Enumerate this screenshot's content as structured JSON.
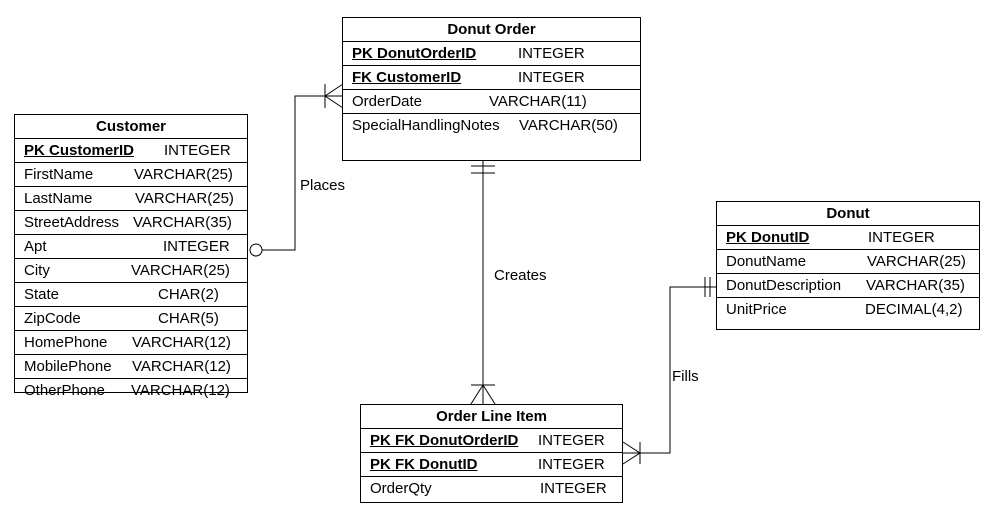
{
  "entities": {
    "donut_order": {
      "title": "Donut Order",
      "rows": [
        {
          "name": "PK DonutOrderID",
          "type": "INTEGER"
        },
        {
          "name": "FK CustomerID",
          "type": "INTEGER"
        },
        {
          "name": "OrderDate",
          "type": "VARCHAR(11)"
        },
        {
          "name": "SpecialHandlingNotes",
          "type": "VARCHAR(50)"
        }
      ]
    },
    "customer": {
      "title": "Customer",
      "rows": [
        {
          "name": "PK CustomerID",
          "type": "INTEGER"
        },
        {
          "name": "FirstName",
          "type": "VARCHAR(25)"
        },
        {
          "name": "LastName",
          "type": "VARCHAR(25)"
        },
        {
          "name": "StreetAddress",
          "type": "VARCHAR(35)"
        },
        {
          "name": "Apt",
          "type": "INTEGER"
        },
        {
          "name": "City",
          "type": "VARCHAR(25)"
        },
        {
          "name": "State",
          "type": "CHAR(2)"
        },
        {
          "name": "ZipCode",
          "type": "CHAR(5)"
        },
        {
          "name": "HomePhone",
          "type": "VARCHAR(12)"
        },
        {
          "name": "MobilePhone",
          "type": "VARCHAR(12)"
        },
        {
          "name": "OtherPhone",
          "type": "VARCHAR(12)"
        }
      ]
    },
    "donut": {
      "title": "Donut",
      "rows": [
        {
          "name": "PK DonutID",
          "type": "INTEGER"
        },
        {
          "name": "DonutName",
          "type": "VARCHAR(25)"
        },
        {
          "name": "DonutDescription",
          "type": "VARCHAR(35)"
        },
        {
          "name": "UnitPrice",
          "type": "DECIMAL(4,2)"
        }
      ]
    },
    "order_line_item": {
      "title": "Order Line Item",
      "rows": [
        {
          "name": "PK FK DonutOrderID",
          "type": "INTEGER"
        },
        {
          "name": "PK FK DonutID",
          "type": "INTEGER"
        },
        {
          "name": "OrderQty",
          "type": "INTEGER"
        }
      ]
    }
  },
  "relationships": {
    "places": "Places",
    "creates": "Creates",
    "fills": "Fills"
  }
}
